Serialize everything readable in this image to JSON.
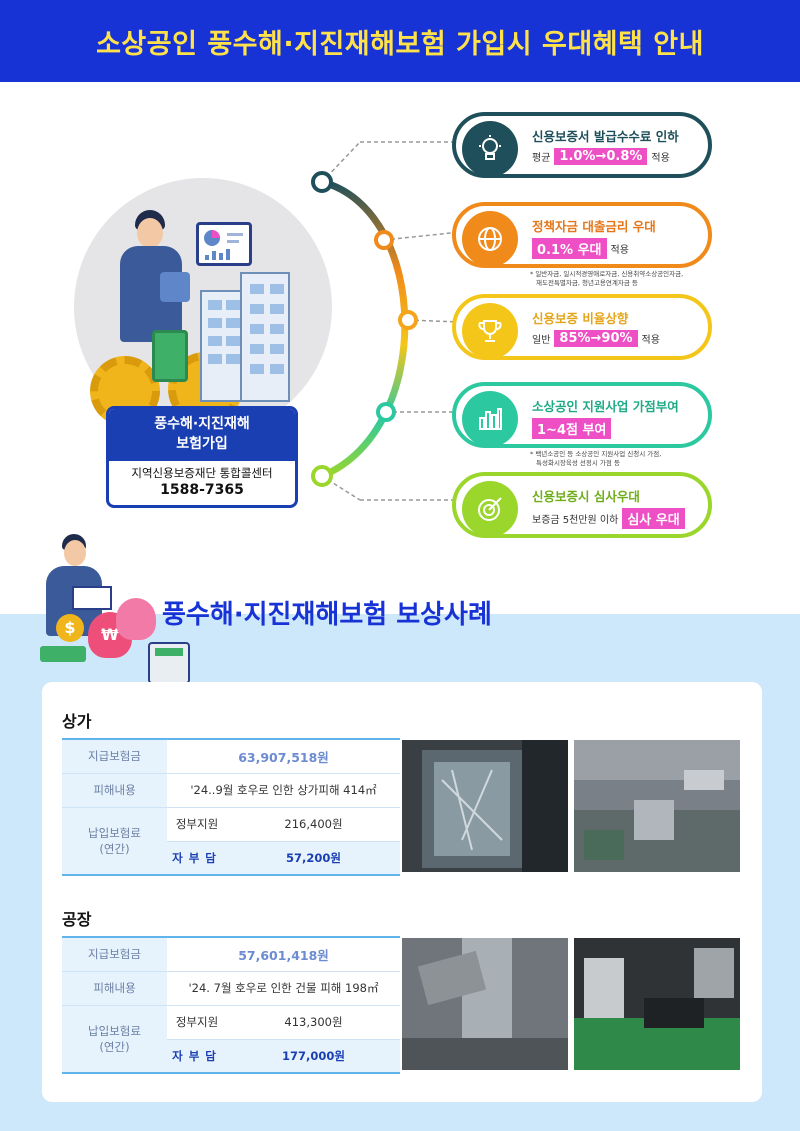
{
  "header": {
    "title": "소상공인 풍수해·지진재해보험 가입시 우대혜택 안내"
  },
  "contact": {
    "title_line1": "풍수해·지진재해",
    "title_line2": "보험가입",
    "center": "지역신용보증재단 통합콜센터",
    "phone": "1588-7365"
  },
  "benefits": [
    {
      "title": "신용보증서 발급수수료 인하",
      "prefix": "평균",
      "highlight": "1.0%→0.8%",
      "suffix": "적용",
      "icon": "lightbulb-icon",
      "color": "#1f4f5a"
    },
    {
      "title": "정책자금 대출금리 우대",
      "prefix": "",
      "highlight": "0.1% 우대",
      "suffix": "적용",
      "icon": "globe-icon",
      "color": "#f08a1a",
      "note_line1": "* 일반자금, 일시적경영애로자금, 신용취약소상공인자금,",
      "note_line2": "재도전특별자금, 청년고용연계자금 등"
    },
    {
      "title": "신용보증 비율상향",
      "prefix": "일반",
      "highlight": "85%→90%",
      "suffix": "적용",
      "icon": "trophy-icon",
      "color": "#f5c61a"
    },
    {
      "title": "소상공인 지원사업 가점부여",
      "prefix": "",
      "highlight": "1~4점 부여",
      "suffix": "",
      "icon": "bar-chart-icon",
      "color": "#2cc9a0",
      "note_line1": "* 백년소공인 등 소상공인 지원사업 신청시 가점,",
      "note_line2": "특성화시장육성 선정시 가점 등"
    },
    {
      "title": "신용보증시 심사우대",
      "prefix": "보증금 5천만원 이하",
      "highlight": "심사 우대",
      "suffix": "",
      "icon": "target-icon",
      "color": "#9ad62c"
    }
  ],
  "section2": {
    "title": "풍수해·지진재해보험 보상사례"
  },
  "cases": [
    {
      "heading": "상가",
      "label_amount": "지급보험금",
      "amount": "63,907,518원",
      "label_damage": "피해내용",
      "damage": "'24..9월 호우로 인한 상가피해 414㎡",
      "label_premium_1": "납입보험료",
      "label_premium_2": "(연간)",
      "gov_label": "정부지원",
      "gov_value": "216,400원",
      "self_label": "자부담",
      "self_value": "57,200원"
    },
    {
      "heading": "공장",
      "label_amount": "지급보험금",
      "amount": "57,601,418원",
      "label_damage": "피해내용",
      "damage": "'24. 7월 호우로 인한 건물 피해 198㎡",
      "label_premium_1": "납입보험료",
      "label_premium_2": "(연간)",
      "gov_label": "정부지원",
      "gov_value": "413,300원",
      "self_label": "자부담",
      "self_value": "177,000원"
    }
  ]
}
